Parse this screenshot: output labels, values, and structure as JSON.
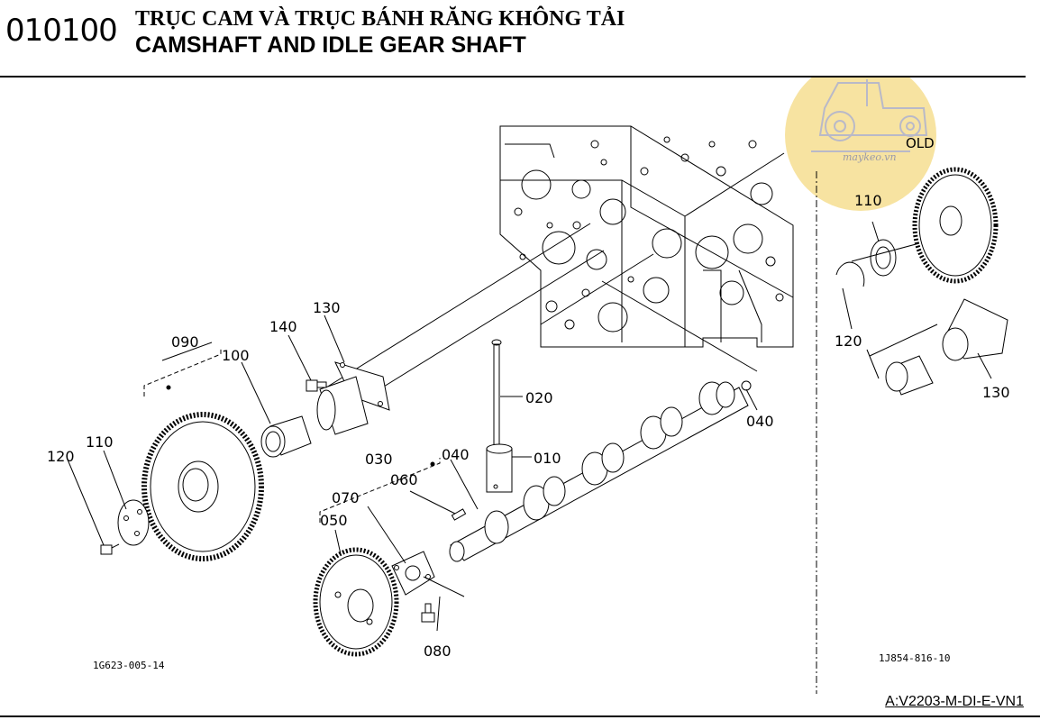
{
  "header": {
    "section_code": "010100",
    "title_vi": "TRỤC CAM VÀ TRỤC BÁNH RĂNG KHÔNG TẢI",
    "title_en": "CAMSHAFT AND IDLE GEAR SHAFT"
  },
  "callouts": {
    "c010": "010",
    "c020": "020",
    "c030": "030",
    "c040a": "040",
    "c040b": "040",
    "c050": "050",
    "c060": "060",
    "c070": "070",
    "c080": "080",
    "c090": "090",
    "c100": "100",
    "c110": "110",
    "c120": "120",
    "c130": "130",
    "c140": "140"
  },
  "inset": {
    "label": "OLD",
    "c110": "110",
    "c120": "120",
    "c130": "130",
    "ref": "1J854-816-10"
  },
  "main_ref": "1G623-005-14",
  "footer_code": "A:V2203-M-DI-E-VN1",
  "watermark": {
    "text": "maykeo.vn",
    "color": "#f7e3a1"
  }
}
